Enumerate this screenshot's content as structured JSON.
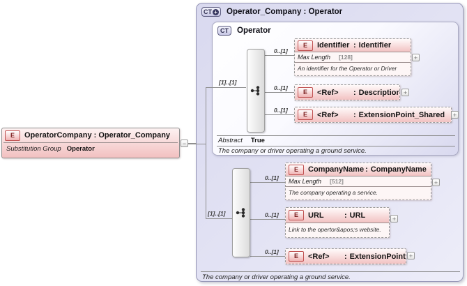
{
  "ui": {
    "colon": ":",
    "element_badge": "E",
    "complex_type_badge": "CT",
    "plus_glyph": "+",
    "expand_glyph": "+",
    "collapse_glyph": "−"
  },
  "colors": {
    "panel_fill": "#dedef2",
    "panel_border": "#9696b6",
    "element_fill_pink": "#f2c0c0",
    "element_badge_border": "#bf4f4f",
    "connector_line": "#8f8f8f"
  },
  "left_element": {
    "title": "OperatorCompany : Operator_Company",
    "attr_label": "Substitution Group",
    "attr_value": "Operator"
  },
  "outer_panel": {
    "title": "Operator_Company : Operator",
    "footer": "The company or driver operating a ground service."
  },
  "inner_panel": {
    "title": "Operator",
    "sequence_cardinality": "[1]..[1]",
    "abstract_label": "Abstract",
    "abstract_value": "True",
    "footer": "The company or driver operating a ground service.",
    "elements": [
      {
        "name": "Identifier",
        "type": "Identifier",
        "cardinality": "0..[1]",
        "facet_label": "Max Length",
        "facet_value": "[128]",
        "description": "An identifier for the Operator or Driver"
      },
      {
        "name": "<Ref>",
        "type": "Description",
        "cardinality": "0..[1]"
      },
      {
        "name": "<Ref>",
        "type": "ExtensionPoint_Shared",
        "cardinality": "0..[1]"
      }
    ]
  },
  "extension": {
    "sequence_cardinality": "[1]..[1]",
    "elements": [
      {
        "name": "CompanyName",
        "type": "CompanyName",
        "cardinality": "0..[1]",
        "facet_label": "Max Length",
        "facet_value": "[512]",
        "description": "The company operating a service."
      },
      {
        "name": "URL",
        "type": "URL",
        "cardinality": "0..[1]",
        "description": "Link to the opertor&apos;s website."
      },
      {
        "name": "<Ref>",
        "type": "ExtensionPoint",
        "cardinality": "0..[1]"
      }
    ]
  }
}
